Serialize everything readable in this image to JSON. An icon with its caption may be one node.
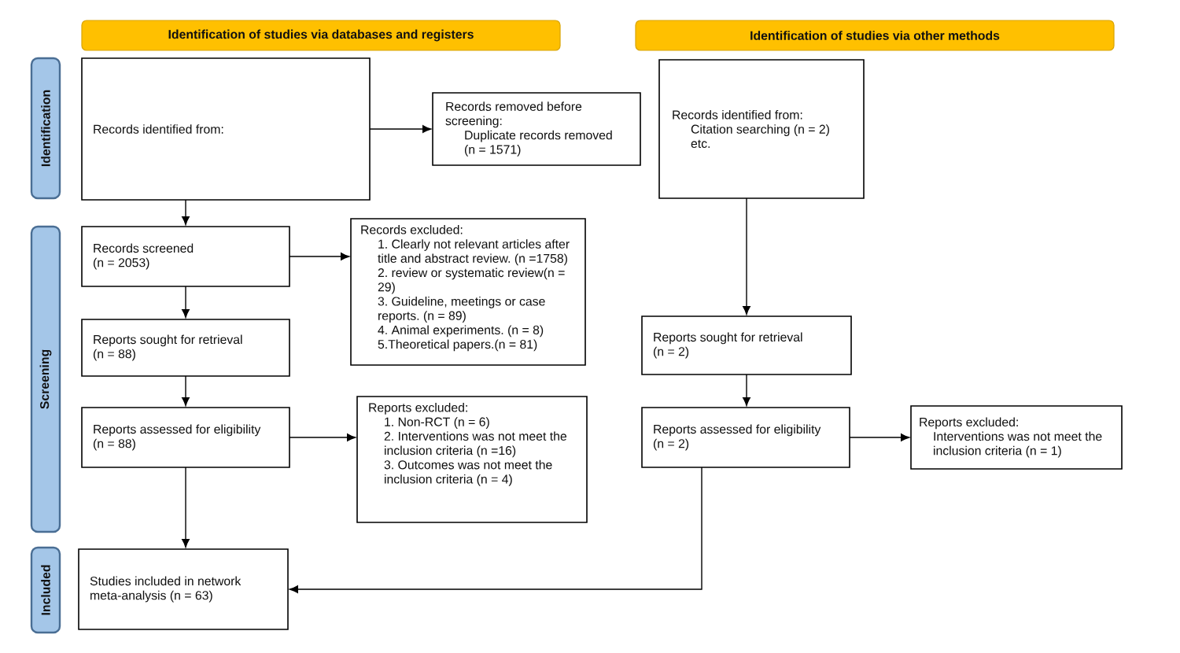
{
  "diagram": {
    "nodes": [
      {
        "text": [
          "Identification of studies via databases and registers"
        ]
      },
      {
        "text": [
          "Identification of studies via other methods"
        ]
      },
      {
        "text": [
          "Identification"
        ]
      },
      {
        "text": [
          "Records identified from:"
        ]
      },
      {
        "text": [
          "Records removed before screening:",
          "Duplicate records removed (n = 1571)"
        ]
      },
      {
        "text": [
          "Records identified from:",
          "Citation searching (n = 2)",
          "etc."
        ]
      },
      {
        "text": [
          "Screening"
        ]
      },
      {
        "text": [
          "Records screened (n = 2053)"
        ]
      },
      {
        "text": [
          "Records excluded:",
          "1. Clearly not relevant articles after title and abstract review. (n =1758)",
          "2. review or systematic review(n = 29)",
          "3. Guideline, meetings or case reports. (n = 89)",
          "4. Animal experiments. (n = 8)",
          "5.Theoretical papers.(n = 81)"
        ]
      },
      {
        "text": [
          "Reports sought for retrieval (n = 88)"
        ]
      },
      {
        "text": [
          "Reports sought for retrieval (n = 2)"
        ]
      },
      {
        "text": [
          "Reports assessed for eligibility (n = 88)"
        ]
      },
      {
        "text": [
          "Reports excluded:",
          "1. Non-RCT (n = 6)",
          "2. Interventions was not meet the inclusion criteria (n =16)",
          "3. Outcomes was not meet the inclusion criteria (n = 4)"
        ]
      },
      {
        "text": [
          "Reports assessed for eligibility (n = 2)"
        ]
      },
      {
        "text": [
          "Reports excluded:",
          "Interventions was not meet the inclusion criteria (n = 1)"
        ]
      },
      {
        "text": [
          "Included"
        ]
      },
      {
        "text": [
          "Studies included in network meta-analysis (n = 63)"
        ]
      }
    ],
    "edges": [
      {
        "from": 3,
        "to": 4,
        "arrow": "to"
      },
      {
        "from": 3,
        "to": 7,
        "arrow": "to"
      },
      {
        "from": 7,
        "to": 8,
        "arrow": "to"
      },
      {
        "from": 7,
        "to": 9,
        "arrow": "to"
      },
      {
        "from": 9,
        "to": 11,
        "arrow": "to"
      },
      {
        "from": 11,
        "to": 12,
        "arrow": "to"
      },
      {
        "from": 11,
        "to": 16,
        "arrow": "to"
      },
      {
        "from": 5,
        "to": 10,
        "arrow": "to"
      },
      {
        "from": 10,
        "to": 13,
        "arrow": "to"
      },
      {
        "from": 13,
        "to": 14,
        "arrow": "to"
      },
      {
        "from": 13,
        "to": 16,
        "arrow": "to"
      }
    ]
  }
}
